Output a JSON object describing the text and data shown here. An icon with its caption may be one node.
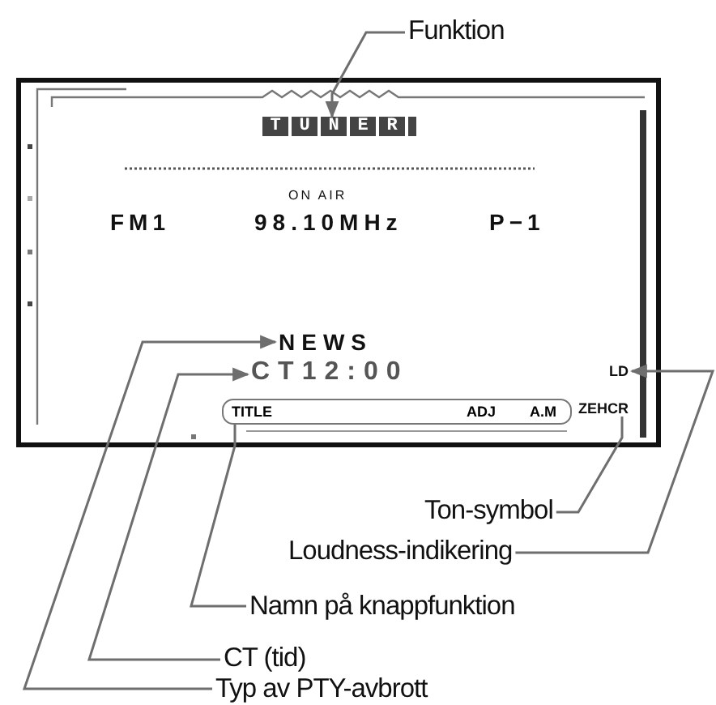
{
  "diagram": {
    "nodes": [
      {
        "text": [
          "Funktion"
        ]
      },
      {
        "text": [],
        "shape": "box"
      },
      {
        "text": [
          "TUNER"
        ],
        "in": 1
      },
      {
        "text": [
          "NEWS"
        ],
        "in": 1
      },
      {
        "text": [
          "CT12:00"
        ],
        "in": 1
      },
      {
        "text": [
          "TITLE",
          "ADJ",
          "A.M"
        ],
        "in": 1
      },
      {
        "text": [
          "ZEHCR"
        ],
        "in": 1
      },
      {
        "text": [
          "LD"
        ],
        "in": 1
      },
      {
        "text": [
          "Ton-symbol"
        ]
      },
      {
        "text": [
          "Loudness-indikering"
        ]
      },
      {
        "text": [
          "Namn på knappfunktion"
        ]
      },
      {
        "text": [
          "CT (tid)"
        ]
      },
      {
        "text": [
          "Typ av PTY-avbrott"
        ]
      }
    ],
    "edges": [
      {
        "from": 0,
        "to": 2,
        "arrow": "to"
      },
      {
        "from": 12,
        "to": 3,
        "arrow": "to"
      },
      {
        "from": 11,
        "to": 4,
        "arrow": "to"
      },
      {
        "from": 10,
        "to": 5,
        "arrow": "none"
      },
      {
        "from": 9,
        "to": 7,
        "arrow": "to"
      },
      {
        "from": 8,
        "to": 6,
        "arrow": "none"
      }
    ],
    "labels": [
      "ON AIR",
      "FM1",
      "98.10MHz",
      "P−1"
    ]
  }
}
